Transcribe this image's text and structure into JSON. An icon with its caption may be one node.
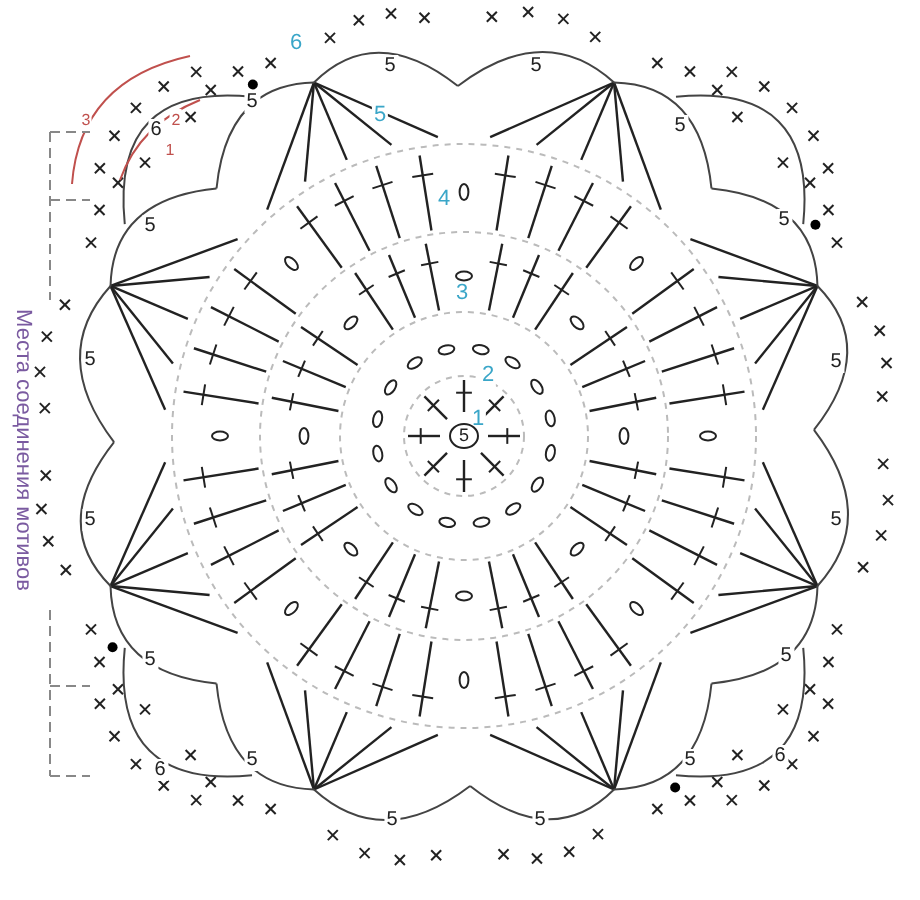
{
  "diagram": {
    "labels": [
      "6",
      "5",
      "5",
      "5",
      "3",
      "2",
      "6",
      "1",
      "5",
      "5",
      "4",
      "5",
      "5",
      "3",
      "Места соединения мотивов",
      "5",
      "2",
      "1",
      "5",
      "5",
      "5",
      "5",
      "5",
      "6",
      "5",
      "6",
      "5",
      "5",
      "5",
      "5"
    ]
  }
}
